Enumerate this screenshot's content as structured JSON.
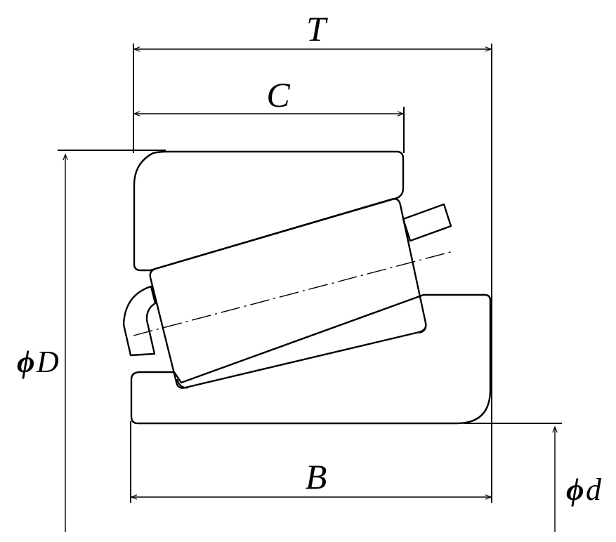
{
  "labels": {
    "T": "T",
    "C": "C",
    "B": "B",
    "D_phi": "ϕ",
    "D_letter": "D",
    "d_phi": "ϕ",
    "d_letter": "d"
  },
  "colors": {
    "line": "#000000",
    "background": "#ffffff"
  }
}
